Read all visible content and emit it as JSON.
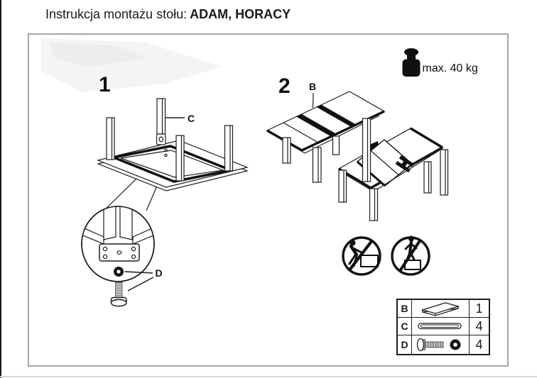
{
  "title": {
    "prefix": "Instrukcja montażu stołu:",
    "models": "ADAM, HORACY"
  },
  "steps": {
    "one": "1",
    "two": "2"
  },
  "labels": {
    "leaf": "B",
    "leg": "C",
    "washer_bolt": "D"
  },
  "weight_limit": {
    "text": "max. 40 kg",
    "icon": "weight-icon"
  },
  "warnings": {
    "left_icon": "no-climbing-on-table",
    "right_icon": "no-standing-on-table"
  },
  "parts_table": {
    "rows": [
      {
        "part": "B",
        "icon": "table-leaf",
        "qty": "1"
      },
      {
        "part": "C",
        "icon": "table-leg",
        "qty": "4"
      },
      {
        "part": "D",
        "icon": "bolt-and-washer",
        "qty": "4"
      }
    ]
  },
  "colors": {
    "ink": "#1a1a1a",
    "frame_border": "#a6a6a6",
    "metal_gray": "#9a9a9a"
  }
}
